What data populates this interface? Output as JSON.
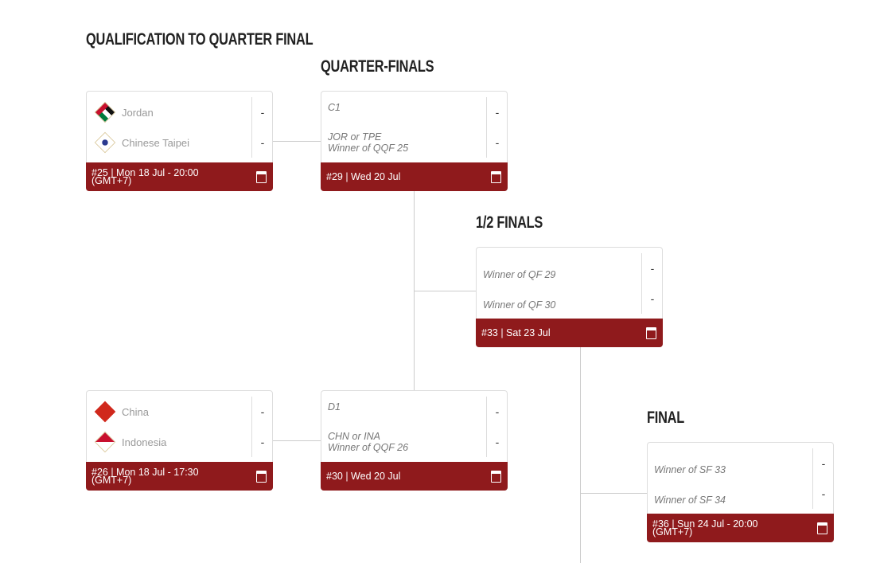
{
  "headings": {
    "qqf": "QUALIFICATION TO QUARTER FINAL",
    "qf": "QUARTER-FINALS",
    "sf": "1/2 FINALS",
    "final": "FINAL"
  },
  "matches": {
    "m25": {
      "team1": "Jordan",
      "team2": "Chinese Taipei",
      "score1": "-",
      "score2": "-",
      "info": "#25 | Mon 18 Jul - 20:00",
      "info2": "(GMT+7)"
    },
    "m26": {
      "team1": "China",
      "team2": "Indonesia",
      "score1": "-",
      "score2": "-",
      "info": "#26 | Mon 18 Jul - 17:30",
      "info2": "(GMT+7)"
    },
    "m29": {
      "line1": "C1",
      "line2a": "JOR or TPE",
      "line2b": "Winner of QQF 25",
      "score1": "-",
      "score2": "-",
      "info": "#29 | Wed 20 Jul"
    },
    "m30": {
      "line1": "D1",
      "line2a": "CHN or INA",
      "line2b": "Winner of QQF 26",
      "score1": "-",
      "score2": "-",
      "info": "#30 | Wed 20 Jul"
    },
    "m33": {
      "line1": "Winner of QF 29",
      "line2": "Winner of QF 30",
      "score1": "-",
      "score2": "-",
      "info": "#33 | Sat 23 Jul"
    },
    "m36": {
      "line1": "Winner of SF 33",
      "line2": "Winner of SF 34",
      "score1": "-",
      "score2": "-",
      "info": "#36 | Sun 24 Jul - 20:00",
      "info2": "(GMT+7)"
    }
  },
  "colors": {
    "footer": "#8f1a1c",
    "line": "#cccccc"
  }
}
